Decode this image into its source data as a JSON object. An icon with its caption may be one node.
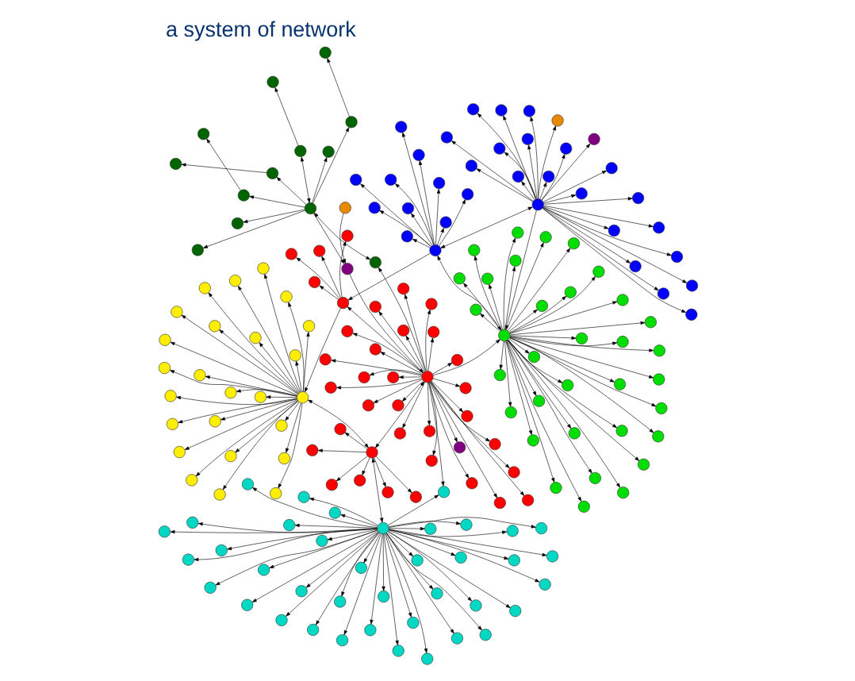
{
  "diagram": {
    "title": "a system of network",
    "nodes": [
      {
        "text": [],
        "shape": "circle"
      },
      {
        "text": [],
        "shape": "circle"
      },
      {
        "text": [],
        "shape": "circle"
      },
      {
        "text": [],
        "shape": "circle"
      },
      {
        "text": [],
        "shape": "circle"
      },
      {
        "text": [],
        "shape": "circle"
      },
      {
        "text": [],
        "shape": "circle"
      },
      {
        "text": [],
        "shape": "circle"
      },
      {
        "text": [],
        "shape": "circle"
      },
      {
        "text": [],
        "shape": "circle"
      },
      {
        "text": [],
        "shape": "circle"
      },
      {
        "text": [],
        "shape": "circle"
      },
      {
        "text": [],
        "shape": "circle"
      },
      {
        "text": [],
        "shape": "circle"
      },
      {
        "text": [],
        "shape": "circle"
      },
      {
        "text": [],
        "shape": "circle"
      },
      {
        "text": [],
        "shape": "circle"
      },
      {
        "text": [],
        "shape": "circle"
      },
      {
        "text": [],
        "shape": "circle"
      },
      {
        "text": [],
        "shape": "circle"
      },
      {
        "text": [],
        "shape": "circle"
      },
      {
        "text": [],
        "shape": "circle"
      },
      {
        "text": [],
        "shape": "circle"
      },
      {
        "text": [],
        "shape": "circle"
      },
      {
        "text": [],
        "shape": "circle"
      },
      {
        "text": [],
        "shape": "circle"
      },
      {
        "text": [],
        "shape": "circle"
      },
      {
        "text": [],
        "shape": "circle"
      },
      {
        "text": [],
        "shape": "circle"
      },
      {
        "text": [],
        "shape": "circle"
      },
      {
        "text": [],
        "shape": "circle"
      },
      {
        "text": [],
        "shape": "circle"
      },
      {
        "text": [],
        "shape": "circle"
      },
      {
        "text": [],
        "shape": "circle"
      },
      {
        "text": [],
        "shape": "circle"
      },
      {
        "text": [],
        "shape": "circle"
      },
      {
        "text": [],
        "shape": "circle"
      },
      {
        "text": [],
        "shape": "circle"
      },
      {
        "text": [],
        "shape": "circle"
      },
      {
        "text": [],
        "shape": "circle"
      },
      {
        "text": [],
        "shape": "circle"
      },
      {
        "text": [],
        "shape": "circle"
      },
      {
        "text": [],
        "shape": "circle"
      },
      {
        "text": [],
        "shape": "circle"
      },
      {
        "text": [],
        "shape": "circle"
      },
      {
        "text": [],
        "shape": "circle"
      },
      {
        "text": [],
        "shape": "circle"
      },
      {
        "text": [],
        "shape": "circle"
      },
      {
        "text": [],
        "shape": "circle"
      },
      {
        "text": [],
        "shape": "circle"
      },
      {
        "text": [],
        "shape": "circle"
      },
      {
        "text": [],
        "shape": "circle"
      },
      {
        "text": [],
        "shape": "circle"
      },
      {
        "text": [],
        "shape": "circle"
      },
      {
        "text": [],
        "shape": "circle"
      },
      {
        "text": [],
        "shape": "circle"
      },
      {
        "text": [],
        "shape": "circle"
      },
      {
        "text": [],
        "shape": "circle"
      },
      {
        "text": [],
        "shape": "circle"
      },
      {
        "text": [],
        "shape": "circle"
      },
      {
        "text": [],
        "shape": "circle"
      },
      {
        "text": [],
        "shape": "circle"
      },
      {
        "text": [],
        "shape": "circle"
      },
      {
        "text": [],
        "shape": "circle"
      },
      {
        "text": [],
        "shape": "circle"
      },
      {
        "text": [],
        "shape": "circle"
      },
      {
        "text": [],
        "shape": "circle"
      },
      {
        "text": [],
        "shape": "circle"
      },
      {
        "text": [],
        "shape": "circle"
      },
      {
        "text": [],
        "shape": "circle"
      },
      {
        "text": [],
        "shape": "circle"
      },
      {
        "text": [],
        "shape": "circle"
      },
      {
        "text": [],
        "shape": "circle"
      },
      {
        "text": [],
        "shape": "circle"
      },
      {
        "text": [],
        "shape": "circle"
      },
      {
        "text": [],
        "shape": "circle"
      },
      {
        "text": [],
        "shape": "circle"
      },
      {
        "text": [],
        "shape": "circle"
      },
      {
        "text": [],
        "shape": "circle"
      },
      {
        "text": [],
        "shape": "circle"
      },
      {
        "text": [],
        "shape": "circle"
      },
      {
        "text": [],
        "shape": "circle"
      },
      {
        "text": [],
        "shape": "circle"
      },
      {
        "text": [],
        "shape": "circle"
      },
      {
        "text": [],
        "shape": "circle"
      },
      {
        "text": [],
        "shape": "circle"
      },
      {
        "text": [],
        "shape": "circle"
      },
      {
        "text": [],
        "shape": "circle"
      },
      {
        "text": [],
        "shape": "circle"
      },
      {
        "text": [],
        "shape": "circle"
      },
      {
        "text": [],
        "shape": "circle"
      },
      {
        "text": [],
        "shape": "circle"
      },
      {
        "text": [],
        "shape": "circle"
      },
      {
        "text": [],
        "shape": "circle"
      },
      {
        "text": [],
        "shape": "circle"
      },
      {
        "text": [],
        "shape": "circle"
      },
      {
        "text": [],
        "shape": "circle"
      },
      {
        "text": [],
        "shape": "circle"
      },
      {
        "text": [],
        "shape": "circle"
      },
      {
        "text": [],
        "shape": "circle"
      },
      {
        "text": [],
        "shape": "circle"
      },
      {
        "text": [],
        "shape": "circle"
      },
      {
        "text": [],
        "shape": "circle"
      },
      {
        "text": [],
        "shape": "circle"
      },
      {
        "text": [],
        "shape": "circle"
      },
      {
        "text": [],
        "shape": "circle"
      },
      {
        "text": [],
        "shape": "circle"
      },
      {
        "text": [],
        "shape": "circle"
      },
      {
        "text": [],
        "shape": "circle"
      },
      {
        "text": [],
        "shape": "circle"
      },
      {
        "text": [],
        "shape": "circle"
      },
      {
        "text": [],
        "shape": "circle"
      },
      {
        "text": [],
        "shape": "circle"
      },
      {
        "text": [],
        "shape": "circle"
      },
      {
        "text": [],
        "shape": "circle"
      },
      {
        "text": [],
        "shape": "circle"
      },
      {
        "text": [],
        "shape": "circle"
      },
      {
        "text": [],
        "shape": "circle"
      },
      {
        "text": [],
        "shape": "circle"
      },
      {
        "text": [],
        "shape": "circle"
      },
      {
        "text": [],
        "shape": "circle"
      },
      {
        "text": [],
        "shape": "circle"
      },
      {
        "text": [],
        "shape": "circle"
      },
      {
        "text": [],
        "shape": "circle"
      },
      {
        "text": [],
        "shape": "circle"
      },
      {
        "text": [],
        "shape": "circle"
      },
      {
        "text": [],
        "shape": "circle"
      },
      {
        "text": [],
        "shape": "circle"
      },
      {
        "text": [],
        "shape": "circle"
      },
      {
        "text": [],
        "shape": "circle"
      },
      {
        "text": [],
        "shape": "circle"
      },
      {
        "text": [],
        "shape": "circle"
      },
      {
        "text": [],
        "shape": "circle"
      },
      {
        "text": [],
        "shape": "circle"
      },
      {
        "text": [],
        "shape": "circle"
      },
      {
        "text": [],
        "shape": "circle"
      },
      {
        "text": [],
        "shape": "circle"
      },
      {
        "text": [],
        "shape": "circle"
      },
      {
        "text": [],
        "shape": "circle"
      },
      {
        "text": [],
        "shape": "circle"
      },
      {
        "text": [],
        "shape": "circle"
      },
      {
        "text": [],
        "shape": "circle"
      },
      {
        "text": [],
        "shape": "circle"
      },
      {
        "text": [],
        "shape": "circle"
      },
      {
        "text": [],
        "shape": "circle"
      },
      {
        "text": [],
        "shape": "circle"
      },
      {
        "text": [],
        "shape": "circle"
      },
      {
        "text": [],
        "shape": "circle"
      },
      {
        "text": [],
        "shape": "circle"
      },
      {
        "text": [],
        "shape": "circle"
      },
      {
        "text": [],
        "shape": "circle"
      },
      {
        "text": [],
        "shape": "circle"
      },
      {
        "text": [],
        "shape": "circle"
      },
      {
        "text": [],
        "shape": "circle"
      },
      {
        "text": [],
        "shape": "circle"
      },
      {
        "text": [],
        "shape": "circle"
      },
      {
        "text": [],
        "shape": "circle"
      },
      {
        "text": [],
        "shape": "circle"
      },
      {
        "text": [],
        "shape": "circle"
      },
      {
        "text": [],
        "shape": "circle"
      },
      {
        "text": [],
        "shape": "circle"
      },
      {
        "text": [],
        "shape": "circle"
      },
      {
        "text": [],
        "shape": "circle"
      },
      {
        "text": [],
        "shape": "circle"
      },
      {
        "text": [],
        "shape": "circle"
      },
      {
        "text": [],
        "shape": "circle"
      },
      {
        "text": [],
        "shape": "circle"
      },
      {
        "text": [],
        "shape": "circle"
      },
      {
        "text": [],
        "shape": "circle"
      },
      {
        "text": [],
        "shape": "circle"
      },
      {
        "text": [],
        "shape": "circle"
      },
      {
        "text": [],
        "shape": "circle"
      },
      {
        "text": [],
        "shape": "circle"
      },
      {
        "text": [],
        "shape": "circle"
      },
      {
        "text": [],
        "shape": "circle"
      },
      {
        "text": [],
        "shape": "circle"
      },
      {
        "text": [],
        "shape": "circle"
      },
      {
        "text": [],
        "shape": "circle"
      },
      {
        "text": [],
        "shape": "circle"
      },
      {
        "text": [],
        "shape": "circle"
      },
      {
        "text": [],
        "shape": "circle"
      },
      {
        "text": [],
        "shape": "circle"
      },
      {
        "text": [],
        "shape": "circle"
      },
      {
        "text": [],
        "shape": "circle"
      },
      {
        "text": [],
        "shape": "circle"
      }
    ],
    "edges": [
      {
        "from": 0,
        "to": 1,
        "arrow": "to"
      },
      {
        "from": 0,
        "to": 2,
        "arrow": "to"
      },
      {
        "from": 0,
        "to": 3,
        "arrow": "to"
      },
      {
        "from": 0,
        "to": 4,
        "arrow": "to"
      },
      {
        "from": 0,
        "to": 5,
        "arrow": "to"
      },
      {
        "from": 0,
        "to": 6,
        "arrow": "to"
      },
      {
        "from": 0,
        "to": 7,
        "arrow": "to"
      },
      {
        "from": 0,
        "to": 8,
        "arrow": "to"
      },
      {
        "from": 0,
        "to": 9,
        "arrow": "to"
      },
      {
        "from": 0,
        "to": 10,
        "arrow": "to"
      },
      {
        "from": 0,
        "to": 11,
        "arrow": "to"
      },
      {
        "from": 0,
        "to": 12,
        "arrow": "to"
      },
      {
        "from": 0,
        "to": 13,
        "arrow": "to"
      },
      {
        "from": 0,
        "to": 14,
        "arrow": "to"
      },
      {
        "from": 0,
        "to": 15,
        "arrow": "to"
      },
      {
        "from": 0,
        "to": 16,
        "arrow": "to"
      },
      {
        "from": 0,
        "to": 17,
        "arrow": "to"
      },
      {
        "from": 0,
        "to": 18,
        "arrow": "to"
      },
      {
        "from": 0,
        "to": 19,
        "arrow": "to"
      },
      {
        "from": 0,
        "to": 20,
        "arrow": "to"
      },
      {
        "from": 0,
        "to": 21,
        "arrow": "to"
      },
      {
        "from": 0,
        "to": 22,
        "arrow": "to"
      },
      {
        "from": 0,
        "to": 23,
        "arrow": "to"
      },
      {
        "from": 0,
        "to": 24,
        "arrow": "to"
      },
      {
        "from": 0,
        "to": 25,
        "arrow": "to"
      },
      {
        "from": 0,
        "to": 26,
        "arrow": "to"
      },
      {
        "from": 0,
        "to": 27,
        "arrow": "to"
      },
      {
        "from": 0,
        "to": 28,
        "arrow": "to"
      },
      {
        "from": 0,
        "to": 29,
        "arrow": "to"
      },
      {
        "from": 0,
        "to": 30,
        "arrow": "to"
      },
      {
        "from": 0,
        "to": 31,
        "arrow": "to"
      },
      {
        "from": 0,
        "to": 32,
        "arrow": "to"
      },
      {
        "from": 0,
        "to": 33,
        "arrow": "to"
      },
      {
        "from": 0,
        "to": 34,
        "arrow": "to"
      },
      {
        "from": 0,
        "to": 35,
        "arrow": "to"
      },
      {
        "from": 0,
        "to": 36,
        "arrow": "to"
      },
      {
        "from": 0,
        "to": 37,
        "arrow": "to"
      },
      {
        "from": 0,
        "to": 38,
        "arrow": "to"
      },
      {
        "from": 39,
        "to": 40,
        "arrow": "both"
      },
      {
        "from": 39,
        "to": 41,
        "arrow": "to"
      },
      {
        "from": 39,
        "to": 42,
        "arrow": "to"
      },
      {
        "from": 39,
        "to": 43,
        "arrow": "to"
      },
      {
        "from": 39,
        "to": 44,
        "arrow": "to"
      },
      {
        "from": 39,
        "to": 45,
        "arrow": "to"
      },
      {
        "from": 39,
        "to": 46,
        "arrow": "to"
      },
      {
        "from": 39,
        "to": 47,
        "arrow": "to"
      },
      {
        "from": 39,
        "to": 48,
        "arrow": "to"
      },
      {
        "from": 39,
        "to": 49,
        "arrow": "to"
      },
      {
        "from": 39,
        "to": 50,
        "arrow": "to"
      },
      {
        "from": 39,
        "to": 51,
        "arrow": "to"
      },
      {
        "from": 39,
        "to": 52,
        "arrow": "to"
      },
      {
        "from": 39,
        "to": 53,
        "arrow": "to"
      },
      {
        "from": 39,
        "to": 54,
        "arrow": "to"
      },
      {
        "from": 39,
        "to": 55,
        "arrow": "to"
      },
      {
        "from": 39,
        "to": 56,
        "arrow": "to"
      },
      {
        "from": 39,
        "to": 57,
        "arrow": "to"
      },
      {
        "from": 39,
        "to": 58,
        "arrow": "to"
      },
      {
        "from": 39,
        "to": 59,
        "arrow": "to"
      },
      {
        "from": 39,
        "to": 60,
        "arrow": "to"
      },
      {
        "from": 39,
        "to": 61,
        "arrow": "to"
      },
      {
        "from": 39,
        "to": 62,
        "arrow": "to"
      },
      {
        "from": 39,
        "to": 63,
        "arrow": "to"
      },
      {
        "from": 39,
        "to": 64,
        "arrow": "to"
      },
      {
        "from": 39,
        "to": 65,
        "arrow": "to"
      },
      {
        "from": 40,
        "to": 66,
        "arrow": "to"
      },
      {
        "from": 40,
        "to": 67,
        "arrow": "to"
      },
      {
        "from": 40,
        "to": 68,
        "arrow": "to"
      },
      {
        "from": 40,
        "to": 69,
        "arrow": "to"
      },
      {
        "from": 40,
        "to": 70,
        "arrow": "to"
      },
      {
        "from": 40,
        "to": 71,
        "arrow": "to"
      },
      {
        "from": 41,
        "to": 72,
        "arrow": "to"
      },
      {
        "from": 41,
        "to": 73,
        "arrow": "to"
      },
      {
        "from": 41,
        "to": 74,
        "arrow": "to"
      },
      {
        "from": 41,
        "to": 75,
        "arrow": "to"
      },
      {
        "from": 76,
        "to": 77,
        "arrow": "to"
      },
      {
        "from": 76,
        "to": 78,
        "arrow": "to"
      },
      {
        "from": 76,
        "to": 79,
        "arrow": "to"
      },
      {
        "from": 76,
        "to": 80,
        "arrow": "both"
      },
      {
        "from": 76,
        "to": 81,
        "arrow": "to"
      },
      {
        "from": 76,
        "to": 82,
        "arrow": "to"
      },
      {
        "from": 76,
        "to": 83,
        "arrow": "to"
      },
      {
        "from": 76,
        "to": 84,
        "arrow": "both"
      },
      {
        "from": 77,
        "to": 85,
        "arrow": "to"
      },
      {
        "from": 79,
        "to": 86,
        "arrow": "to"
      },
      {
        "from": 80,
        "to": 87,
        "arrow": "to"
      },
      {
        "from": 81,
        "to": 88,
        "arrow": "to"
      },
      {
        "from": 39,
        "to": 89,
        "arrow": "to"
      },
      {
        "from": 76,
        "to": 91,
        "arrow": "to"
      },
      {
        "from": 94,
        "to": 90,
        "arrow": "to"
      },
      {
        "from": 94,
        "to": 93,
        "arrow": "to"
      },
      {
        "from": 91,
        "to": 39,
        "arrow": "to"
      },
      {
        "from": 92,
        "to": 91,
        "arrow": "to"
      },
      {
        "from": 94,
        "to": 95,
        "arrow": "both"
      },
      {
        "from": 94,
        "to": 96,
        "arrow": "to"
      },
      {
        "from": 94,
        "to": 97,
        "arrow": "to"
      },
      {
        "from": 94,
        "to": 98,
        "arrow": "to"
      },
      {
        "from": 94,
        "to": 99,
        "arrow": "to"
      },
      {
        "from": 94,
        "to": 100,
        "arrow": "to"
      },
      {
        "from": 94,
        "to": 101,
        "arrow": "to"
      },
      {
        "from": 94,
        "to": 102,
        "arrow": "to"
      },
      {
        "from": 94,
        "to": 103,
        "arrow": "to"
      },
      {
        "from": 94,
        "to": 104,
        "arrow": "to"
      },
      {
        "from": 94,
        "to": 105,
        "arrow": "to"
      },
      {
        "from": 94,
        "to": 106,
        "arrow": "to"
      },
      {
        "from": 94,
        "to": 107,
        "arrow": "to"
      },
      {
        "from": 94,
        "to": 108,
        "arrow": "to"
      },
      {
        "from": 94,
        "to": 109,
        "arrow": "to"
      },
      {
        "from": 94,
        "to": 110,
        "arrow": "to"
      },
      {
        "from": 94,
        "to": 111,
        "arrow": "to"
      },
      {
        "from": 94,
        "to": 112,
        "arrow": "to"
      },
      {
        "from": 94,
        "to": 113,
        "arrow": "to"
      },
      {
        "from": 94,
        "to": 114,
        "arrow": "to"
      },
      {
        "from": 94,
        "to": 115,
        "arrow": "to"
      },
      {
        "from": 95,
        "to": 116,
        "arrow": "to"
      },
      {
        "from": 95,
        "to": 117,
        "arrow": "to"
      },
      {
        "from": 95,
        "to": 118,
        "arrow": "to"
      },
      {
        "from": 95,
        "to": 119,
        "arrow": "to"
      },
      {
        "from": 95,
        "to": 120,
        "arrow": "to"
      },
      {
        "from": 95,
        "to": 121,
        "arrow": "to"
      },
      {
        "from": 95,
        "to": 122,
        "arrow": "to"
      },
      {
        "from": 95,
        "to": 123,
        "arrow": "to"
      },
      {
        "from": 95,
        "to": 124,
        "arrow": "to"
      },
      {
        "from": 95,
        "to": 125,
        "arrow": "to"
      },
      {
        "from": 126,
        "to": 127,
        "arrow": "to"
      },
      {
        "from": 126,
        "to": 128,
        "arrow": "to"
      },
      {
        "from": 126,
        "to": 129,
        "arrow": "to"
      },
      {
        "from": 126,
        "to": 130,
        "arrow": "to"
      },
      {
        "from": 126,
        "to": 131,
        "arrow": "to"
      },
      {
        "from": 126,
        "to": 132,
        "arrow": "to"
      },
      {
        "from": 126,
        "to": 133,
        "arrow": "to"
      },
      {
        "from": 126,
        "to": 134,
        "arrow": "to"
      },
      {
        "from": 126,
        "to": 135,
        "arrow": "to"
      },
      {
        "from": 126,
        "to": 136,
        "arrow": "to"
      },
      {
        "from": 126,
        "to": 137,
        "arrow": "to"
      },
      {
        "from": 126,
        "to": 138,
        "arrow": "to"
      },
      {
        "from": 126,
        "to": 139,
        "arrow": "to"
      },
      {
        "from": 126,
        "to": 140,
        "arrow": "to"
      },
      {
        "from": 126,
        "to": 141,
        "arrow": "to"
      },
      {
        "from": 126,
        "to": 142,
        "arrow": "to"
      },
      {
        "from": 126,
        "to": 143,
        "arrow": "to"
      },
      {
        "from": 126,
        "to": 144,
        "arrow": "to"
      },
      {
        "from": 126,
        "to": 145,
        "arrow": "to"
      },
      {
        "from": 126,
        "to": 146,
        "arrow": "to"
      },
      {
        "from": 126,
        "to": 147,
        "arrow": "to"
      },
      {
        "from": 126,
        "to": 148,
        "arrow": "to"
      },
      {
        "from": 126,
        "to": 149,
        "arrow": "to"
      },
      {
        "from": 126,
        "to": 150,
        "arrow": "to"
      },
      {
        "from": 126,
        "to": 40,
        "arrow": "both"
      },
      {
        "from": 151,
        "to": 152,
        "arrow": "to"
      },
      {
        "from": 151,
        "to": 153,
        "arrow": "to"
      },
      {
        "from": 151,
        "to": 154,
        "arrow": "to"
      },
      {
        "from": 151,
        "to": 155,
        "arrow": "to"
      },
      {
        "from": 151,
        "to": 156,
        "arrow": "to"
      },
      {
        "from": 151,
        "to": 157,
        "arrow": "to"
      },
      {
        "from": 151,
        "to": 158,
        "arrow": "to"
      },
      {
        "from": 151,
        "to": 159,
        "arrow": "to"
      },
      {
        "from": 151,
        "to": 160,
        "arrow": "to"
      },
      {
        "from": 151,
        "to": 161,
        "arrow": "to"
      },
      {
        "from": 151,
        "to": 162,
        "arrow": "to"
      },
      {
        "from": 151,
        "to": 163,
        "arrow": "to"
      },
      {
        "from": 151,
        "to": 164,
        "arrow": "to"
      },
      {
        "from": 151,
        "to": 165,
        "arrow": "to"
      },
      {
        "from": 151,
        "to": 166,
        "arrow": "to"
      },
      {
        "from": 151,
        "to": 167,
        "arrow": "to"
      },
      {
        "from": 151,
        "to": 168,
        "arrow": "to"
      },
      {
        "from": 151,
        "to": 169,
        "arrow": "to"
      },
      {
        "from": 151,
        "to": 170,
        "arrow": "to"
      },
      {
        "from": 151,
        "to": 171,
        "arrow": "to"
      },
      {
        "from": 151,
        "to": 172,
        "arrow": "to"
      },
      {
        "from": 151,
        "to": 173,
        "arrow": "to"
      },
      {
        "from": 151,
        "to": 174,
        "arrow": "to"
      },
      {
        "from": 151,
        "to": 175,
        "arrow": "to"
      },
      {
        "from": 151,
        "to": 176,
        "arrow": "to"
      },
      {
        "from": 151,
        "to": 177,
        "arrow": "to"
      },
      {
        "from": 151,
        "to": 178,
        "arrow": "to"
      },
      {
        "from": 151,
        "to": 179,
        "arrow": "to"
      },
      {
        "from": 151,
        "to": 180,
        "arrow": "to"
      },
      {
        "from": 151,
        "to": 181,
        "arrow": "to"
      },
      {
        "from": 151,
        "to": 182,
        "arrow": "to"
      },
      {
        "from": 151,
        "to": 183,
        "arrow": "to"
      },
      {
        "from": 151,
        "to": 184,
        "arrow": "to"
      },
      {
        "from": 94,
        "to": 151,
        "arrow": "to"
      },
      {
        "from": 151,
        "to": 95,
        "arrow": "both"
      },
      {
        "from": 39,
        "to": 1,
        "arrow": "to"
      },
      {
        "from": 0,
        "to": 40,
        "arrow": "both"
      },
      {
        "from": 41,
        "to": 126,
        "arrow": "to"
      },
      {
        "from": 95,
        "to": 41,
        "arrow": "to"
      },
      {
        "from": 39,
        "to": 151,
        "arrow": "to"
      },
      {
        "from": 39,
        "to": 84,
        "arrow": "to"
      }
    ]
  }
}
